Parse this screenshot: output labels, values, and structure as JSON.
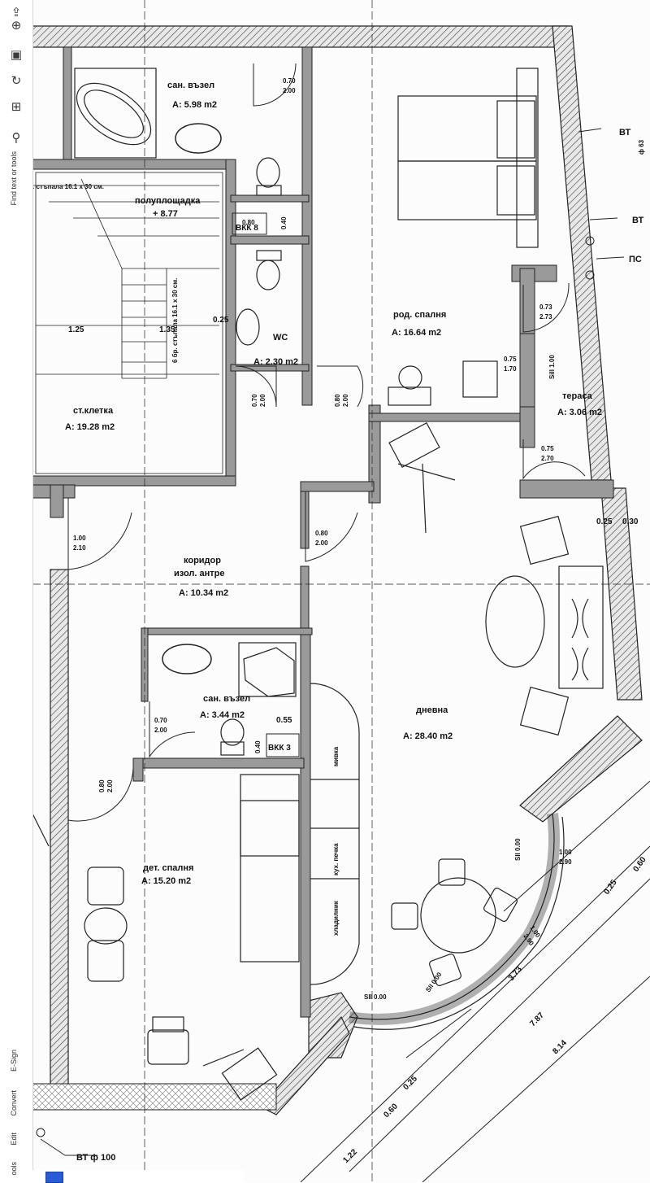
{
  "toolbar": {
    "items": [
      {
        "icon": "share-icon",
        "label": ""
      },
      {
        "icon": "add-page-icon",
        "label": ""
      },
      {
        "icon": "pdf-icon",
        "label": ""
      },
      {
        "icon": "rotate-icon",
        "label": ""
      },
      {
        "icon": "compress-icon",
        "label": ""
      },
      {
        "icon": "search-icon",
        "label": ""
      }
    ],
    "search_label": "Find text or tools",
    "bottom_labels": [
      "E-Sign",
      "Convert",
      "Edit",
      "ools"
    ]
  },
  "plan": {
    "rooms": {
      "bath_top_name": "сан. възел",
      "bath_top_area": "А: 5.98 m2",
      "stairs_steps_top": ". стъпала 16.1 x 30 см.",
      "landing": "полуплощадка",
      "landing_level": "+ 8.77",
      "stairs_steps_side": "6 бр. стъпала 16.1 x 30 см.",
      "wc_name": "WC",
      "wc_area": "А: 2.30 m2",
      "stairwell_name": "ст.клетка",
      "stairwell_area": "А: 19.28 m2",
      "parents_bedroom_name": "род. спалня",
      "parents_bedroom_area": "А: 16.64 m2",
      "terrace_name": "тераса",
      "terrace_area": "А: 3.06 m2",
      "corridor_name": "коридор",
      "corridor_sub": "изол. антре",
      "corridor_area": "А: 10.34 m2",
      "bath2_name": "сан. възел",
      "bath2_area": "А: 3.44 m2",
      "living_name": "дневна",
      "living_area": "А: 28.40 m2",
      "kids_bedroom_name": "дет. спалня",
      "kids_bedroom_area": "А: 15.20 m2",
      "sink": "мивка",
      "stove": "кух. печка",
      "fridge": "хладилник"
    },
    "tags": {
      "vt1": "ВТ",
      "vt1_extra": "ф 63",
      "vt2": "ВТ",
      "ps": "ПС",
      "vkk8": "ВКК 8",
      "vkk3": "ВКК 3",
      "vt_bottom": "ВТ ф 100"
    },
    "dims": {
      "d_070_200_a": [
        "0.70",
        "2.00"
      ],
      "d_080_040": [
        "0.80",
        "0.40"
      ],
      "d_125": "1.25",
      "d_135": "1.35",
      "d_025": "0.25",
      "d_070_200_b": [
        "0.70",
        "2.00"
      ],
      "d_080_200_a": [
        "0.80",
        "2.00"
      ],
      "d_073_273": [
        "0.73",
        "2.73"
      ],
      "d_075_170": [
        "0.75",
        "1.70"
      ],
      "d_0100": "Sill 1.00",
      "d_075_270": [
        "0.75",
        "2.70"
      ],
      "d_100_210": [
        "1.00",
        "2.10"
      ],
      "d_080_200_b": [
        "0.80",
        "2.00"
      ],
      "d_025_030": [
        "0.25",
        "0.30"
      ],
      "d_070_200_c": [
        "0.70",
        "2.00"
      ],
      "d_055": "0.55",
      "d_040": "0.40",
      "d_080_200_c": [
        "0.80",
        "2.00"
      ],
      "d_100_290": [
        "1.00",
        "2.90"
      ],
      "d_025b": "0.25",
      "d_060": "0.60",
      "d_100_290b": [
        "1.00",
        "2.90"
      ],
      "d_373": "3.73",
      "d_787": "7.87",
      "d_814": "8.14",
      "d_025c": "0.25",
      "d_060b": "0.60",
      "d_122": "1.22",
      "d_sill_a": "SII 0.00",
      "d_sill_b": "SII 0.00",
      "d_sill_c": "SII 0.00"
    }
  },
  "colors": {
    "wall": "#8f8f8f",
    "ink": "#111111",
    "hatch": "#555555",
    "paper": "#fbfcfb"
  }
}
